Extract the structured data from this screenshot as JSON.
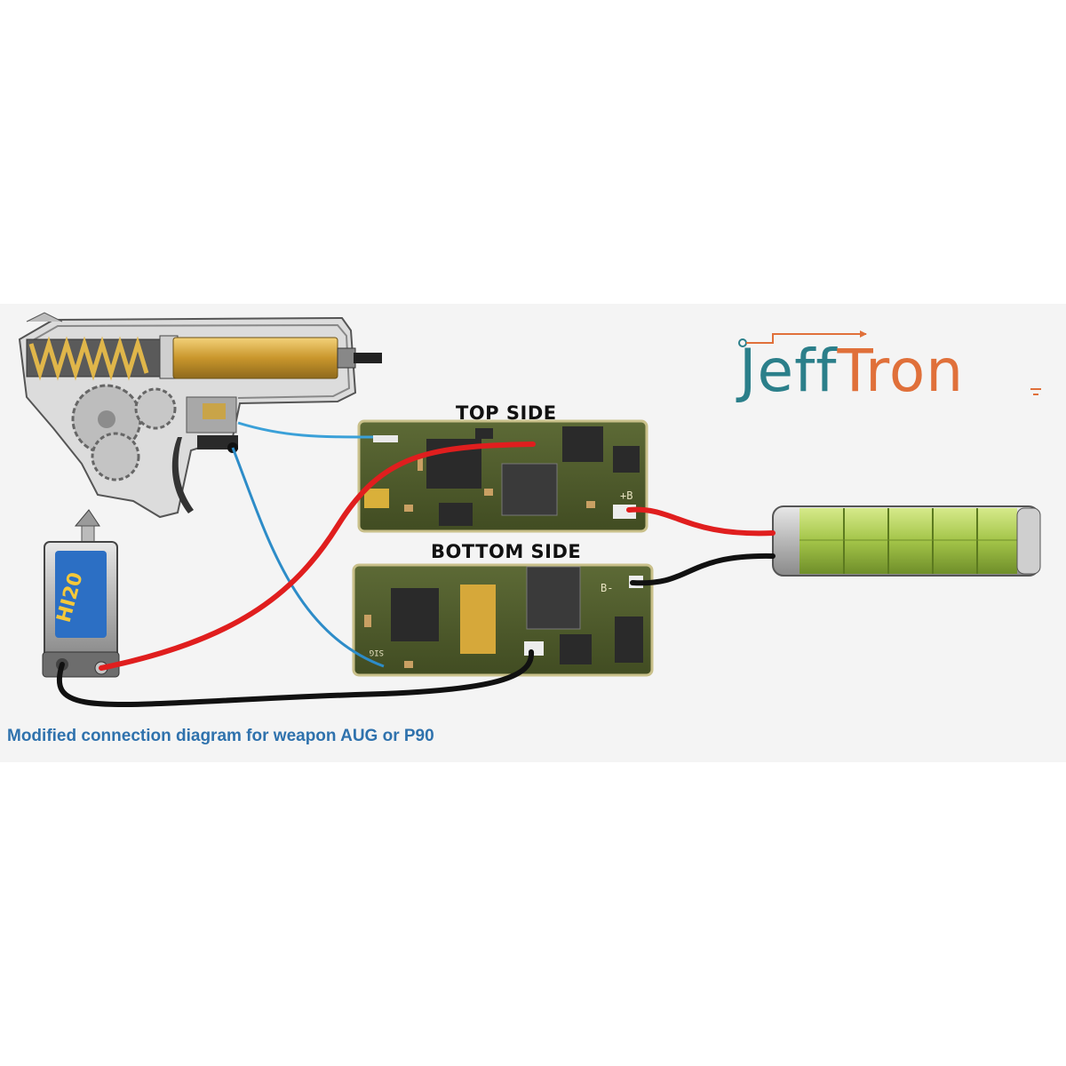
{
  "labels": {
    "top_side": "TOP SIDE",
    "bottom_side": "BOTTOM SIDE"
  },
  "logo": {
    "part1": "Jeff",
    "part2": "Tron",
    "part1_color": "#2b7f8a",
    "part2_color": "#e0703a"
  },
  "caption": "Modified connection diagram for weapon AUG or P90",
  "colors": {
    "caption": "#2f72ad",
    "pcb": "#4e5a2c",
    "wire_red": "#e01e1e",
    "wire_black": "#111111",
    "wire_blue": "#3aa0d8",
    "battery_cells": "#a9c94a"
  },
  "components": [
    "gearbox",
    "motor",
    "mosfet-top-side",
    "mosfet-bottom-side",
    "battery"
  ],
  "pcb_markings": {
    "top_plus_b": "+B",
    "bottom_minus_b": "B-",
    "bottom_sig": "SIG"
  }
}
